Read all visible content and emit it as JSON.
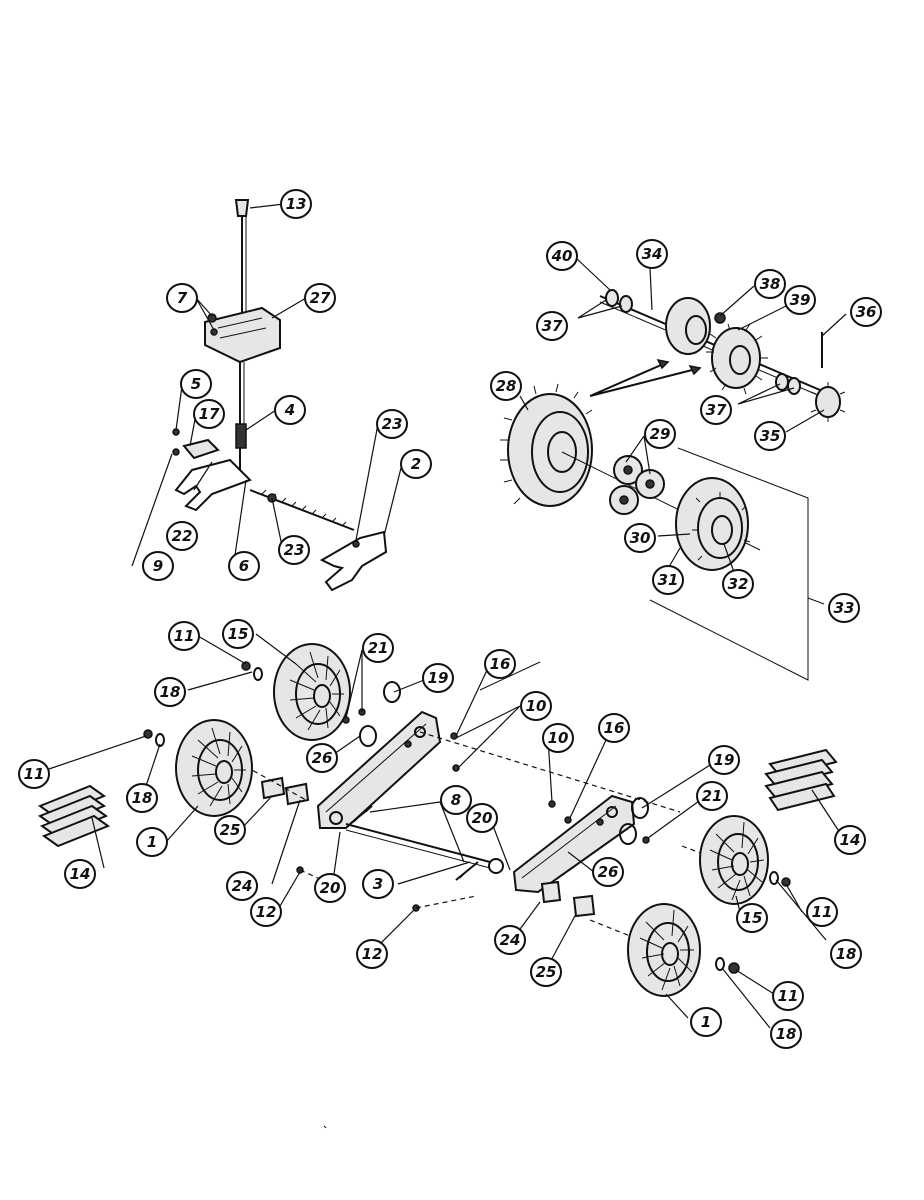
{
  "callouts": [
    {
      "label": "13"
    },
    {
      "label": "7"
    },
    {
      "label": "27"
    },
    {
      "label": "5"
    },
    {
      "label": "17"
    },
    {
      "label": "4"
    },
    {
      "label": "23"
    },
    {
      "label": "2"
    },
    {
      "label": "9"
    },
    {
      "label": "22"
    },
    {
      "label": "6"
    },
    {
      "label": "23"
    },
    {
      "label": "40"
    },
    {
      "label": "34"
    },
    {
      "label": "38"
    },
    {
      "label": "39"
    },
    {
      "label": "36"
    },
    {
      "label": "37"
    },
    {
      "label": "37"
    },
    {
      "label": "35"
    },
    {
      "label": "28"
    },
    {
      "label": "29"
    },
    {
      "label": "30"
    },
    {
      "label": "31"
    },
    {
      "label": "32"
    },
    {
      "label": "33"
    },
    {
      "label": "11"
    },
    {
      "label": "15"
    },
    {
      "label": "21"
    },
    {
      "label": "19"
    },
    {
      "label": "16"
    },
    {
      "label": "18"
    },
    {
      "label": "10"
    },
    {
      "label": "10"
    },
    {
      "label": "16"
    },
    {
      "label": "11"
    },
    {
      "label": "18"
    },
    {
      "label": "26"
    },
    {
      "label": "19"
    },
    {
      "label": "14"
    },
    {
      "label": "14"
    },
    {
      "label": "1"
    },
    {
      "label": "25"
    },
    {
      "label": "8"
    },
    {
      "label": "21"
    },
    {
      "label": "20"
    },
    {
      "label": "24"
    },
    {
      "label": "3"
    },
    {
      "label": "26"
    },
    {
      "label": "12"
    },
    {
      "label": "20"
    },
    {
      "label": "11"
    },
    {
      "label": "15"
    },
    {
      "label": "18"
    },
    {
      "label": "12"
    },
    {
      "label": "24"
    },
    {
      "label": "25"
    },
    {
      "label": "11"
    },
    {
      "label": "1"
    },
    {
      "label": "18"
    }
  ]
}
